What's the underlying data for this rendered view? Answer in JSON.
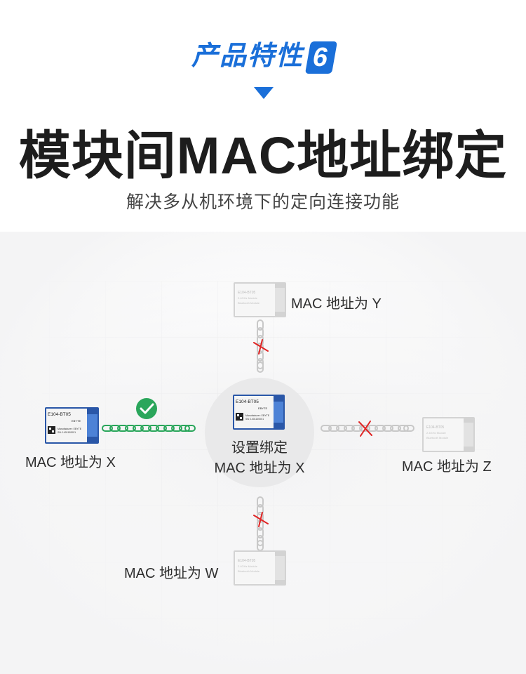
{
  "header": {
    "feature_title": "产品特性",
    "feature_number": "6",
    "main_title": "模块间MAC地址绑定",
    "subtitle": "解决多从机环境下的定向连接功能"
  },
  "diagram": {
    "center_label_line1": "设置绑定",
    "center_label_line2": "MAC 地址为 X",
    "node_left_label": "MAC 地址为 X",
    "node_top_label": "MAC 地址为 Y",
    "node_right_label": "MAC 地址为 Z",
    "node_bottom_label": "MAC 地址为 W",
    "module_model": "E104-BT05",
    "module_brand": "EBYTE",
    "module_info_line1": "Manufacturer: EBYTE",
    "module_info_line2": "SN: 1401100001",
    "module_faded_line1": "E104-BT05",
    "module_faded_line2": "2.4GHz Module",
    "module_faded_line3": "Bluetooth Module"
  },
  "colors": {
    "accent_blue": "#1a6fd9",
    "success_green": "#2aa65b",
    "block_red": "#e02424",
    "chain_gray": "#c8c8c8"
  }
}
